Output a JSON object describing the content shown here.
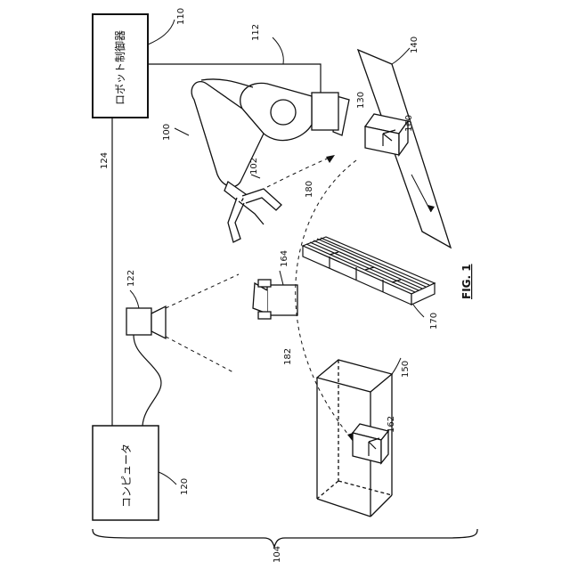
{
  "figure": {
    "title": "FIG. 1",
    "controller_label": "ロボット制御器",
    "computer_label": "コンピュータ"
  },
  "refs": {
    "r110": "110",
    "r112": "112",
    "r140": "140",
    "r130": "130",
    "r160": "160",
    "r100": "100",
    "r102": "102",
    "r124": "124",
    "r180": "180",
    "r122": "122",
    "r164": "164",
    "r182": "182",
    "r150": "150",
    "r162": "162",
    "r170": "170",
    "r120": "120",
    "r104": "104"
  }
}
